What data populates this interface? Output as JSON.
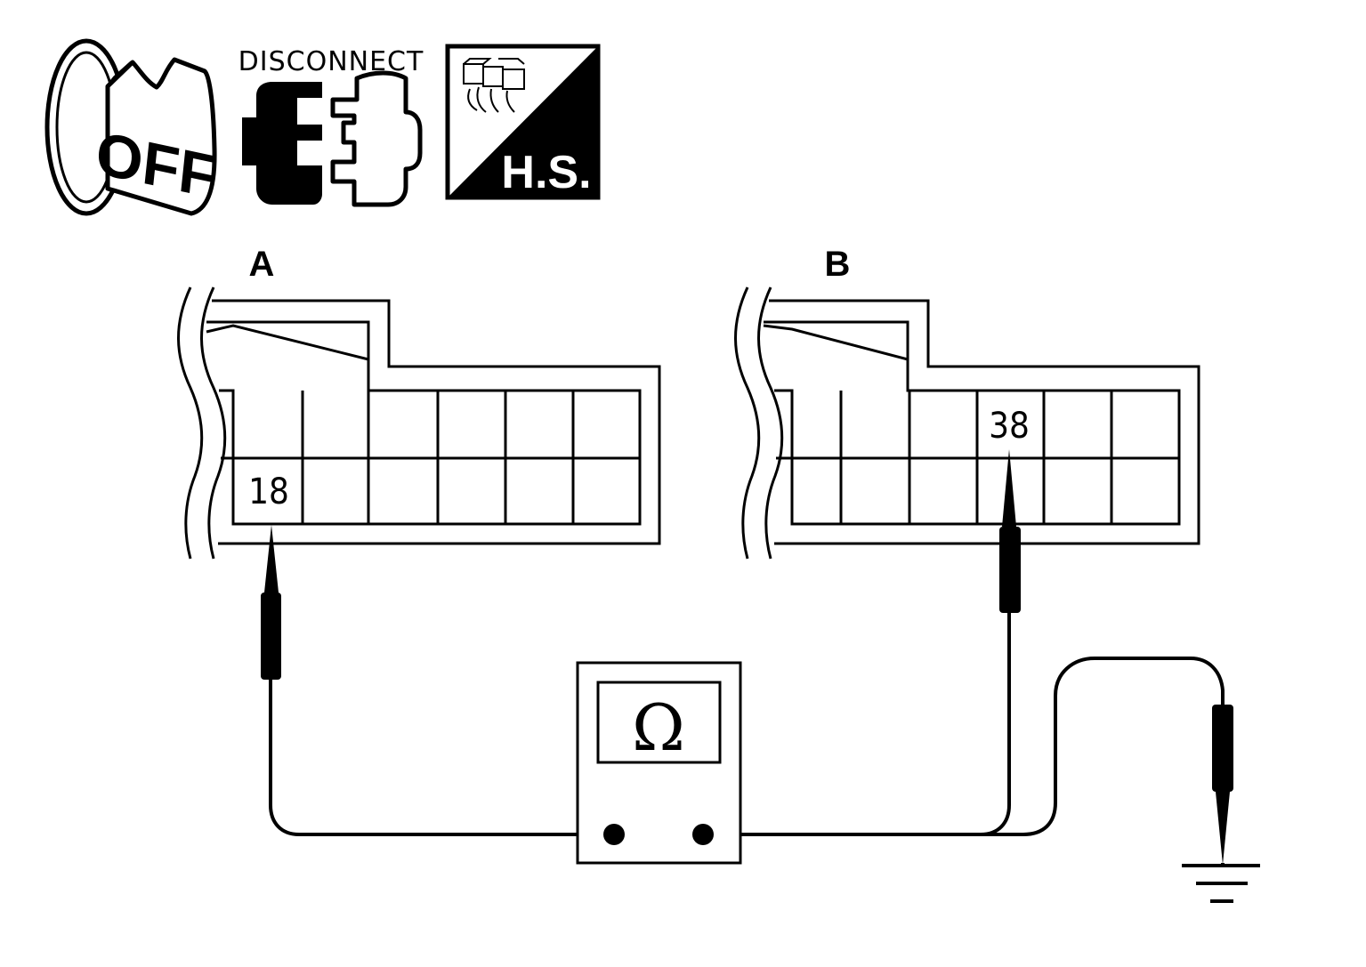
{
  "icons": {
    "ignition": {
      "label": "OFF",
      "icon": "ignition-key-off-icon"
    },
    "disconnect": {
      "label": "DISCONNECT",
      "icon": "connector-disconnect-icon"
    },
    "harness_side": {
      "label": "H.S.",
      "icon": "harness-side-icon"
    }
  },
  "connectors": {
    "a": {
      "label": "A",
      "pin": "18"
    },
    "b": {
      "label": "B",
      "pin": "38"
    }
  },
  "meter": {
    "symbol": "Ω",
    "icon": "ohmmeter-icon"
  },
  "ground": {
    "icon": "ground-icon"
  },
  "colors": {
    "ink": "#000000",
    "paper": "#ffffff"
  }
}
